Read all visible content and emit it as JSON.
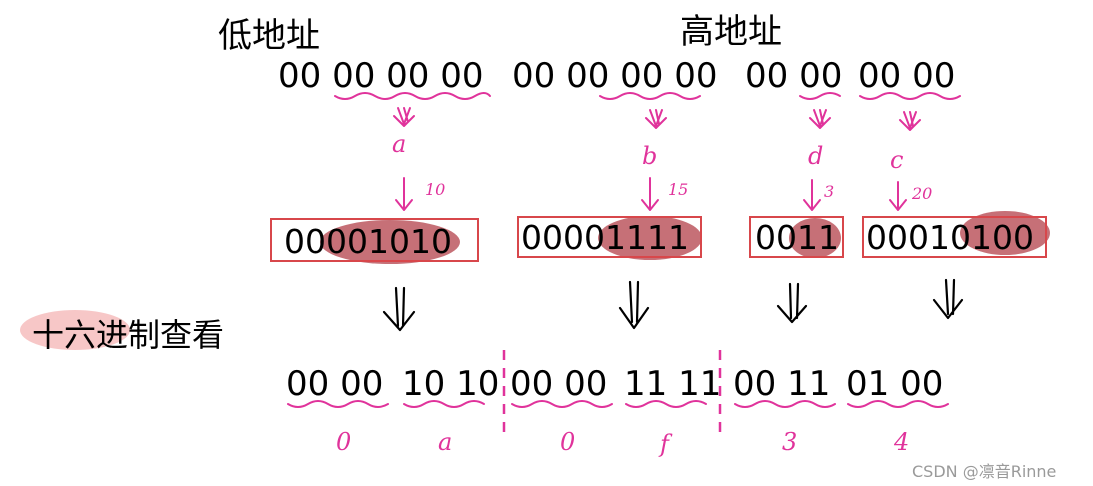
{
  "labels": {
    "low_address": "低地址",
    "high_address": "高地址",
    "hex_view": "十六进制查看"
  },
  "hex_groups": [
    "00 00 00 00",
    "00 00 00 00",
    "00 00",
    "00 00"
  ],
  "fields": [
    {
      "letter": "a",
      "value": "10",
      "binary": "00001010"
    },
    {
      "letter": "b",
      "value": "15",
      "binary": "00001111"
    },
    {
      "letter": "d",
      "value": "3",
      "binary": "0011"
    },
    {
      "letter": "c",
      "value": "20",
      "binary": "00010100"
    }
  ],
  "result_hex": [
    "00 00",
    "10 10",
    "00 00",
    "11 11",
    "00 11",
    "01 00"
  ],
  "result_digits": [
    "0",
    "a",
    "0",
    "f",
    "3",
    "4"
  ],
  "watermark": "CSDN @凛音Rinne",
  "colors": {
    "annotation": "#e0339b",
    "box_border": "#d8474b",
    "highlight": "#b3404a",
    "hex_view_highlight": "#f5b9b9"
  }
}
